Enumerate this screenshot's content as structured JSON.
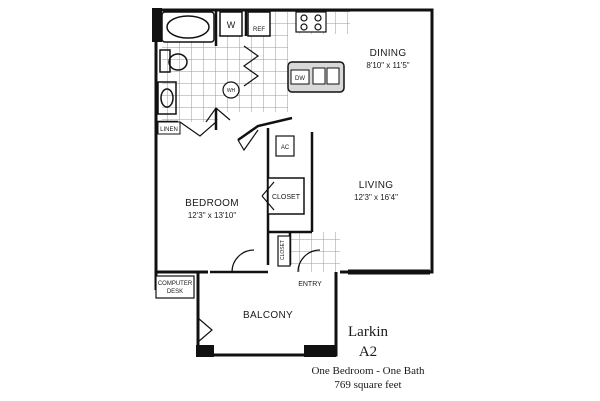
{
  "rooms": {
    "dining": {
      "name": "DINING",
      "dim": "8'10\" x 11'5\""
    },
    "living": {
      "name": "LIVING",
      "dim": "12'3\" x 16'4\""
    },
    "bedroom": {
      "name": "BEDROOM",
      "dim": "12'3\" x 13'10\""
    },
    "balcony": {
      "name": "BALCONY"
    }
  },
  "fixtures": {
    "w": "W",
    "ref": "REF",
    "dw": "DW",
    "wh": "WH",
    "linen": "LINEN",
    "ac": "AC",
    "closet1": "CLOSET",
    "closet2": "CLOSET",
    "entry": "ENTRY",
    "computer_desk_1": "COMPUTER",
    "computer_desk_2": "DESK"
  },
  "plan_info": {
    "name": "Larkin",
    "code": "A2",
    "type": "One Bedroom - One Bath",
    "area": "769 square feet"
  }
}
